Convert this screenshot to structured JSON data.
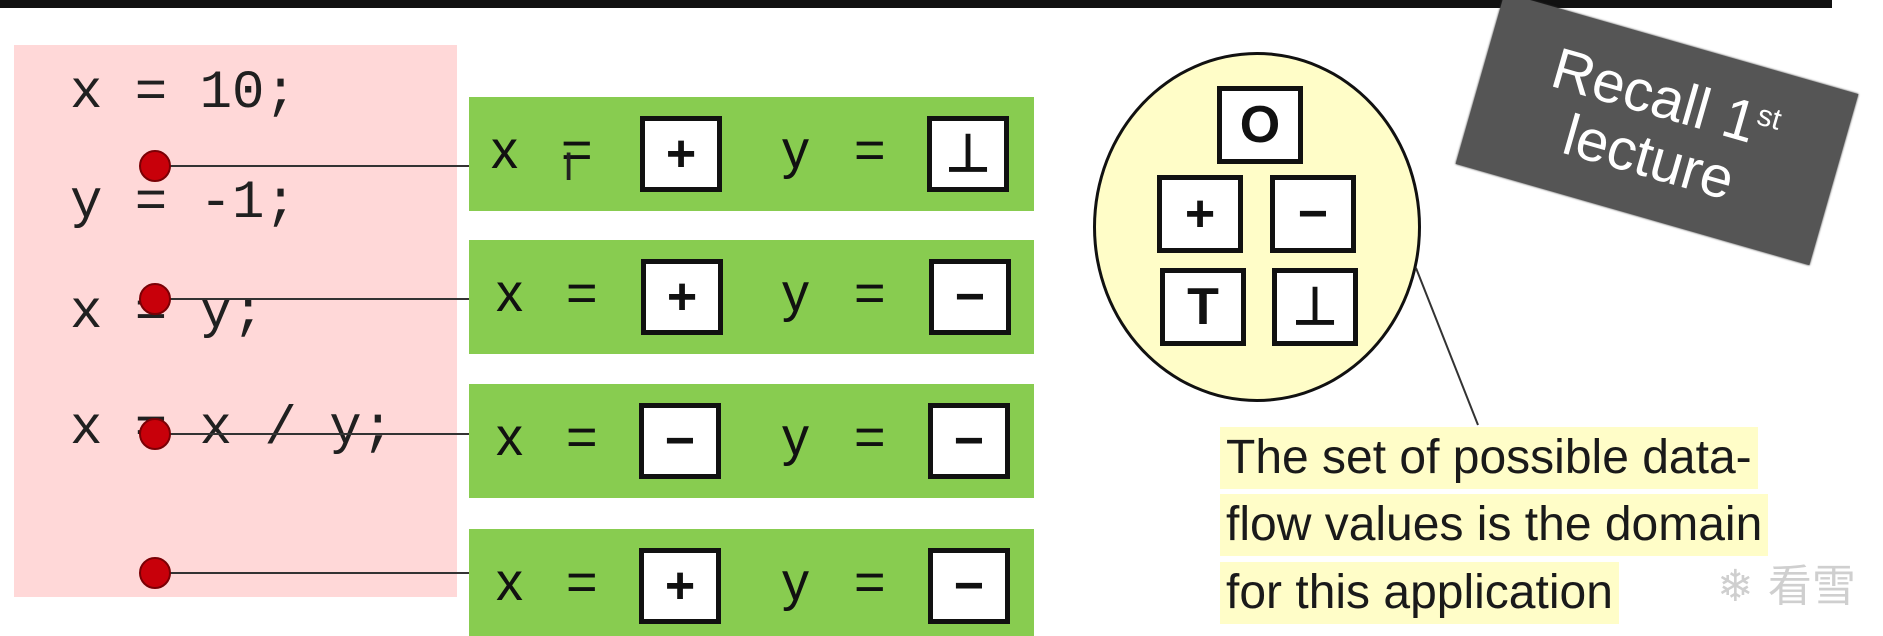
{
  "code_lines": [
    "x = 10;",
    "y = -1;",
    "x = y;",
    "x = x / y;"
  ],
  "states": [
    {
      "x_label": "x",
      "eq1": "=",
      "x_value": "+",
      "y_label": "y",
      "eq2": "=",
      "y_value": "⊥"
    },
    {
      "x_label": "x",
      "eq1": "=",
      "x_value": "+",
      "y_label": "y",
      "eq2": "=",
      "y_value": "−"
    },
    {
      "x_label": "x",
      "eq1": "=",
      "x_value": "−",
      "y_label": "y",
      "eq2": "=",
      "y_value": "−"
    },
    {
      "x_label": "x",
      "eq1": "=",
      "x_value": "+",
      "y_label": "y",
      "eq2": "=",
      "y_value": "−"
    }
  ],
  "lattice": {
    "zero": "O",
    "plus": "+",
    "minus": "−",
    "top": "T",
    "bottom": "⊥"
  },
  "banner": {
    "line1": "Recall 1",
    "line1_sup": "st",
    "line2": "lecture"
  },
  "caption": {
    "line1": "The set of possible data-",
    "line2": "flow values is the domain",
    "line3": "for this application"
  },
  "watermark": "❄ 看雪",
  "colors": {
    "code_bg": "#ffd8d8",
    "row_bg": "#88cc50",
    "dot": "#c8000a",
    "oval_bg": "#fffdc8",
    "banner_bg": "#555555"
  }
}
